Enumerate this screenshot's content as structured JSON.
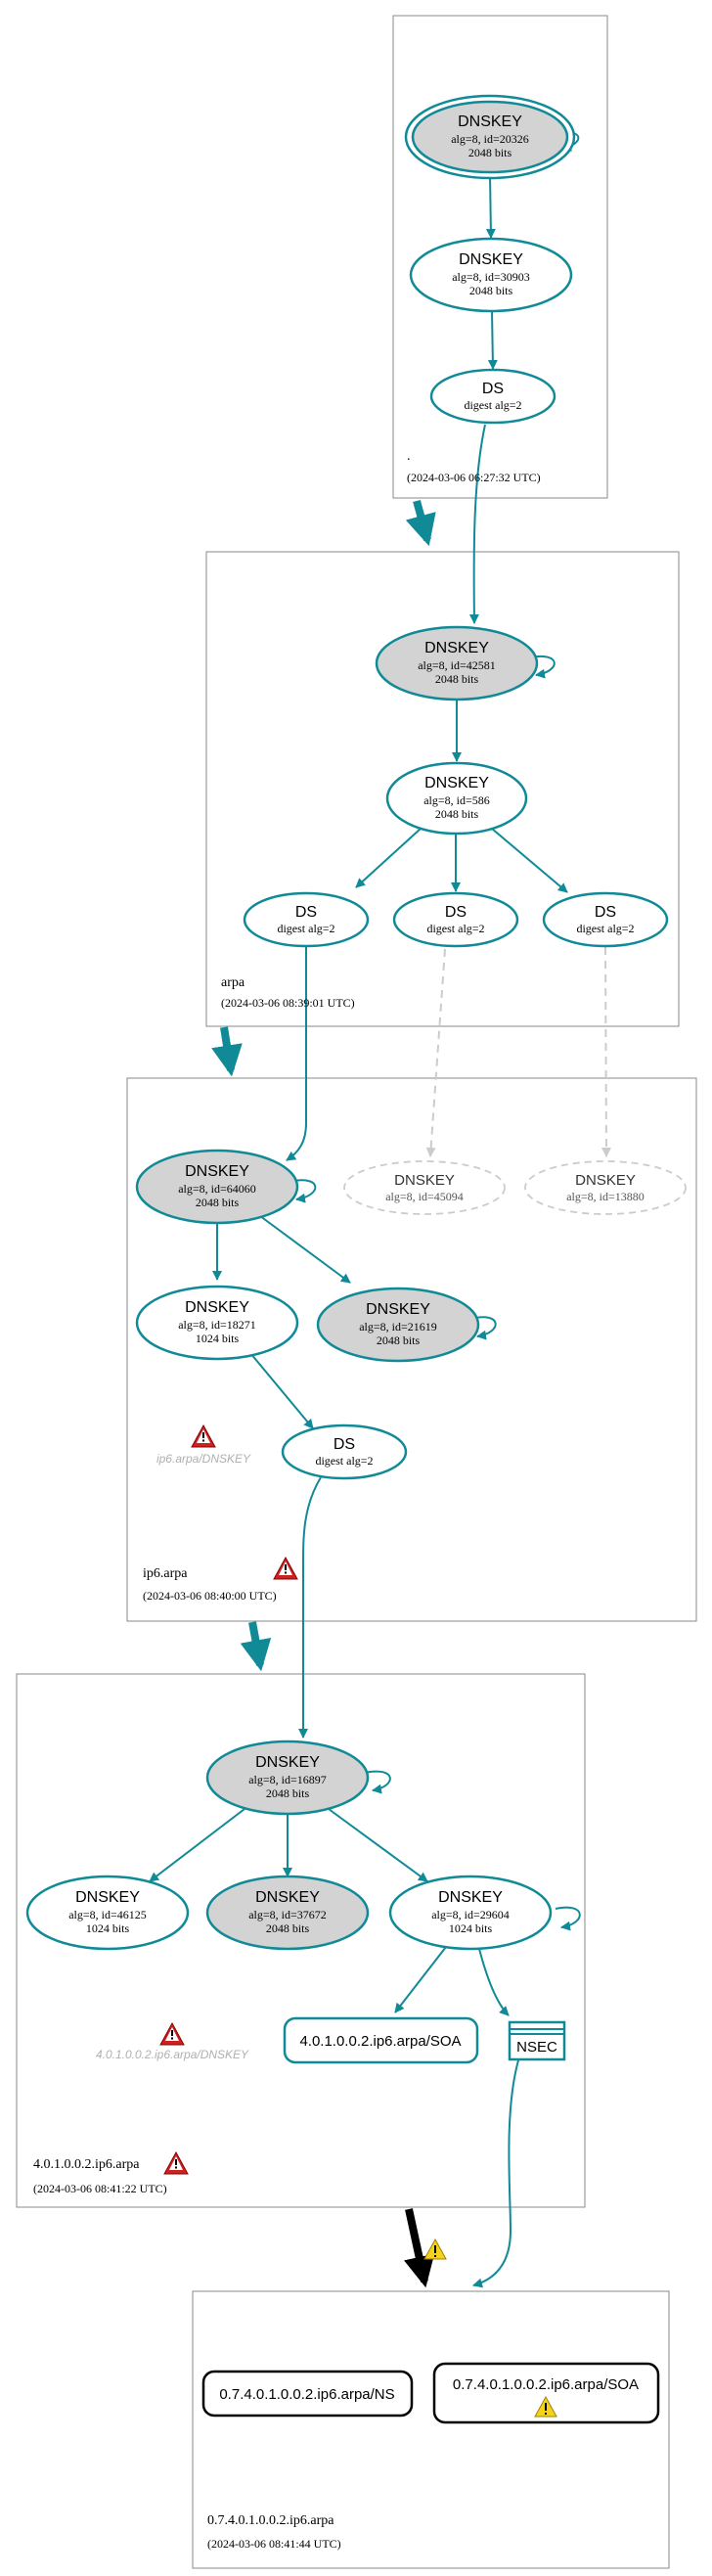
{
  "zones": {
    "root": {
      "name": ".",
      "timestamp": "(2024-03-06 06:27:32 UTC)"
    },
    "arpa": {
      "name": "arpa",
      "timestamp": "(2024-03-06 08:39:01 UTC)"
    },
    "ip6": {
      "name": "ip6.arpa",
      "timestamp": "(2024-03-06 08:40:00 UTC)",
      "warning_label": "ip6.arpa/DNSKEY"
    },
    "z4": {
      "name": "4.0.1.0.0.2.ip6.arpa",
      "timestamp": "(2024-03-06 08:41:22 UTC)",
      "warning_label": "4.0.1.0.0.2.ip6.arpa/DNSKEY"
    },
    "z0": {
      "name": "0.7.4.0.1.0.0.2.ip6.arpa",
      "timestamp": "(2024-03-06 08:41:44 UTC)"
    }
  },
  "nodes": {
    "root_ksk": {
      "title": "DNSKEY",
      "line1": "alg=8, id=20326",
      "line2": "2048 bits"
    },
    "root_zsk": {
      "title": "DNSKEY",
      "line1": "alg=8, id=30903",
      "line2": "2048 bits"
    },
    "root_ds": {
      "title": "DS",
      "line1": "digest alg=2"
    },
    "arpa_ksk": {
      "title": "DNSKEY",
      "line1": "alg=8, id=42581",
      "line2": "2048 bits"
    },
    "arpa_zsk": {
      "title": "DNSKEY",
      "line1": "alg=8, id=586",
      "line2": "2048 bits"
    },
    "arpa_ds1": {
      "title": "DS",
      "line1": "digest alg=2"
    },
    "arpa_ds2": {
      "title": "DS",
      "line1": "digest alg=2"
    },
    "arpa_ds3": {
      "title": "DS",
      "line1": "digest alg=2"
    },
    "ip6_ksk": {
      "title": "DNSKEY",
      "line1": "alg=8, id=64060",
      "line2": "2048 bits"
    },
    "ip6_missing1": {
      "title": "DNSKEY",
      "line1": "alg=8, id=45094"
    },
    "ip6_missing2": {
      "title": "DNSKEY",
      "line1": "alg=8, id=13880"
    },
    "ip6_zsk": {
      "title": "DNSKEY",
      "line1": "alg=8, id=18271",
      "line2": "1024 bits"
    },
    "ip6_k2": {
      "title": "DNSKEY",
      "line1": "alg=8, id=21619",
      "line2": "2048 bits"
    },
    "ip6_ds": {
      "title": "DS",
      "line1": "digest alg=2"
    },
    "z4_ksk": {
      "title": "DNSKEY",
      "line1": "alg=8, id=16897",
      "line2": "2048 bits"
    },
    "z4_k1": {
      "title": "DNSKEY",
      "line1": "alg=8, id=46125",
      "line2": "1024 bits"
    },
    "z4_k2": {
      "title": "DNSKEY",
      "line1": "alg=8, id=37672",
      "line2": "2048 bits"
    },
    "z4_k3": {
      "title": "DNSKEY",
      "line1": "alg=8, id=29604",
      "line2": "1024 bits"
    },
    "z4_soa": {
      "label": "4.0.1.0.0.2.ip6.arpa/SOA"
    },
    "z4_nsec": {
      "label": "NSEC"
    },
    "z0_ns": {
      "label": "0.7.4.0.1.0.0.2.ip6.arpa/NS"
    },
    "z0_soa": {
      "label": "0.7.4.0.1.0.0.2.ip6.arpa/SOA"
    }
  },
  "colors": {
    "edge": "#108a97",
    "sep_fill": "#d3d3d3",
    "error": "#cc2222",
    "warning": "#f5d31a"
  }
}
